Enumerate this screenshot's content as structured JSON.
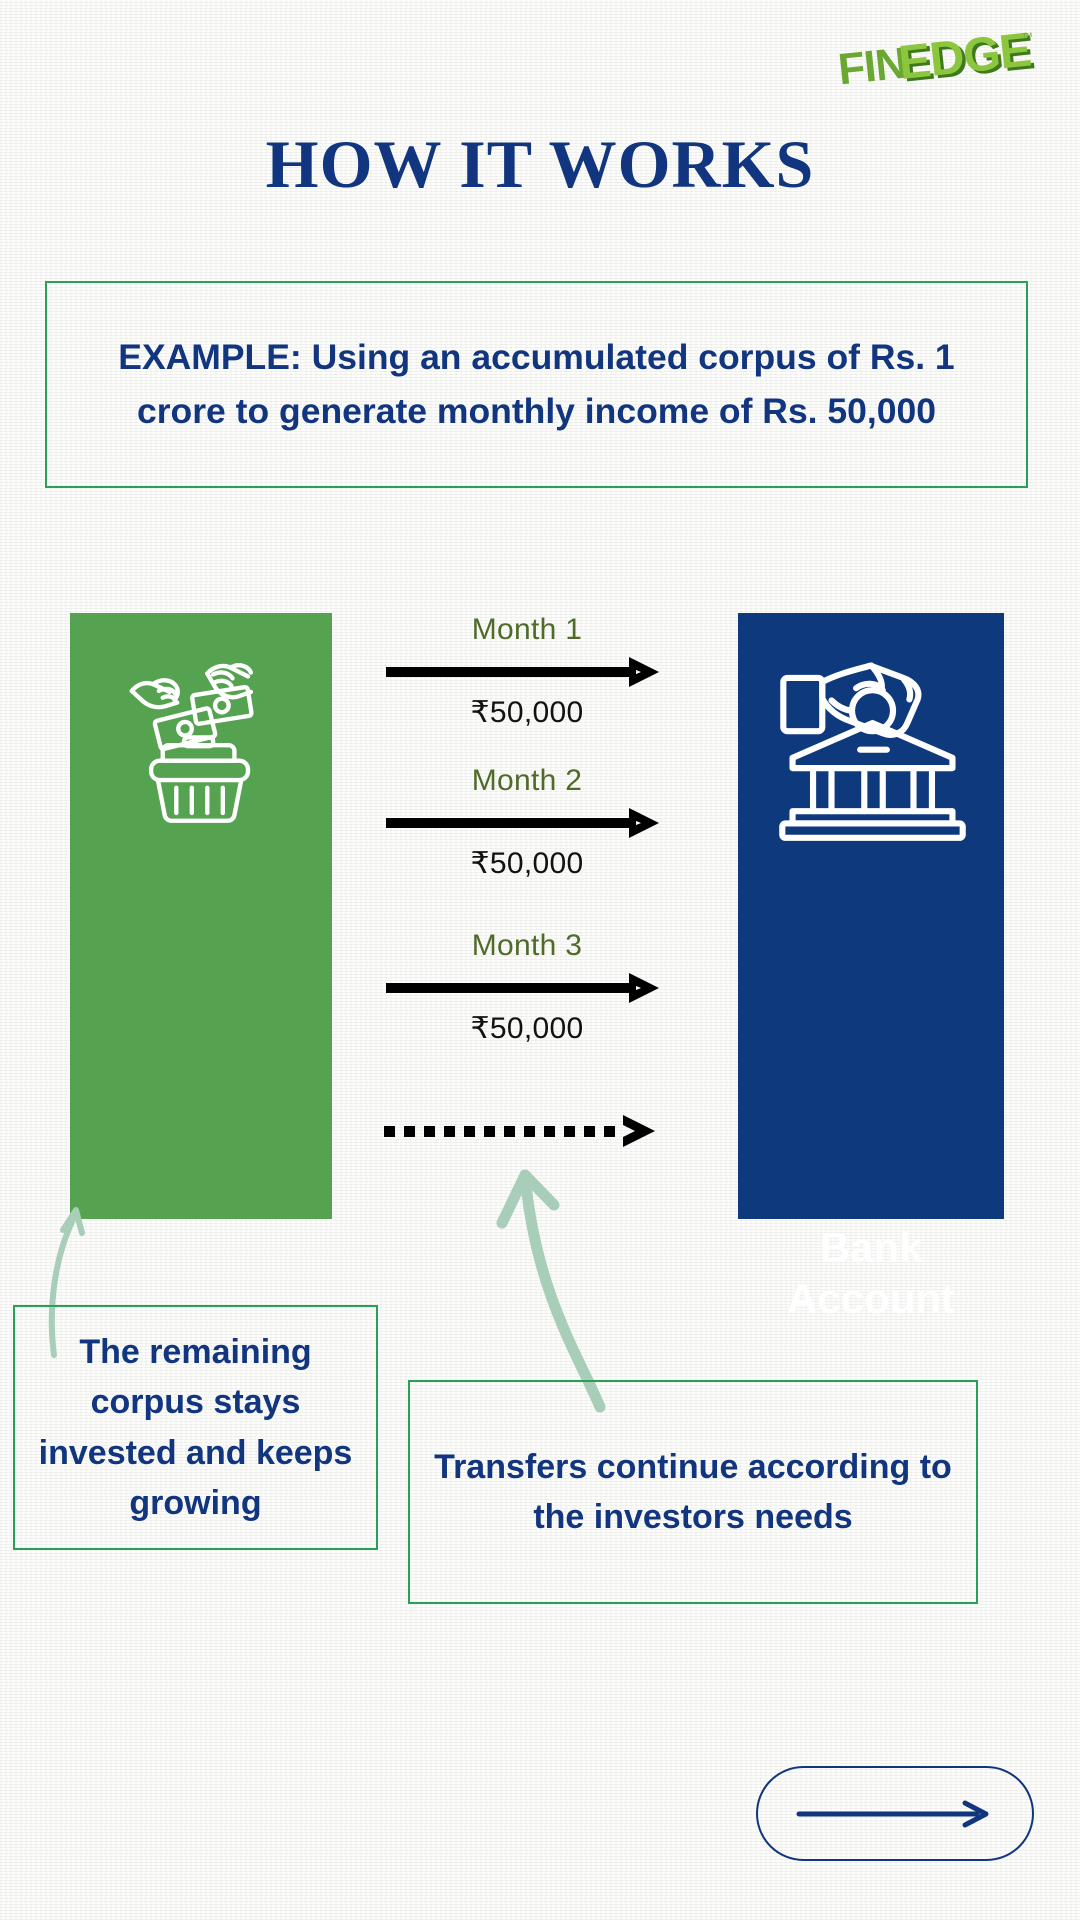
{
  "brand": {
    "logo_text_part1": "FIN",
    "logo_text_part2": "EDGE",
    "logo_trademark": "™",
    "logo_green_light": "#8cc63f",
    "logo_green_dark": "#5a9e2f"
  },
  "header": {
    "title": "HOW IT WORKS",
    "title_color": "#11357e"
  },
  "example": {
    "text": "EXAMPLE: Using an accumulated corpus of Rs. 1 crore to generate monthly income of Rs. 50,000",
    "border_color": "#28a05a",
    "text_color": "#11357e"
  },
  "diagram": {
    "source_panel": {
      "name": "investment-corpus",
      "color": "#55a350",
      "icon": "hands-dropping-money-into-basket-icon"
    },
    "destination_panel": {
      "name": "bank-account",
      "color": "#0e3a7d",
      "icon": "hand-depositing-coin-into-bank-icon",
      "label": "Bank Account",
      "label_color": "#ffffff"
    },
    "transfers": [
      {
        "month": "Month 1",
        "amount": "₹50,000"
      },
      {
        "month": "Month 2",
        "amount": "₹50,000"
      },
      {
        "month": "Month 3",
        "amount": "₹50,000"
      }
    ],
    "continuation_arrow": "dotted-arrow",
    "month_label_color": "#4f6b2a",
    "amount_label_color": "#121212",
    "arrow_color": "#000000",
    "connector_color": "#a8cdb8"
  },
  "callouts": [
    {
      "id": "remaining-corpus",
      "text": "The remaining corpus stays invested and keeps growing"
    },
    {
      "id": "transfers-continue",
      "text": "Transfers continue according to the investors needs"
    }
  ],
  "footer": {
    "next_button_icon": "arrow-right-icon",
    "next_button_color": "#11357e"
  }
}
